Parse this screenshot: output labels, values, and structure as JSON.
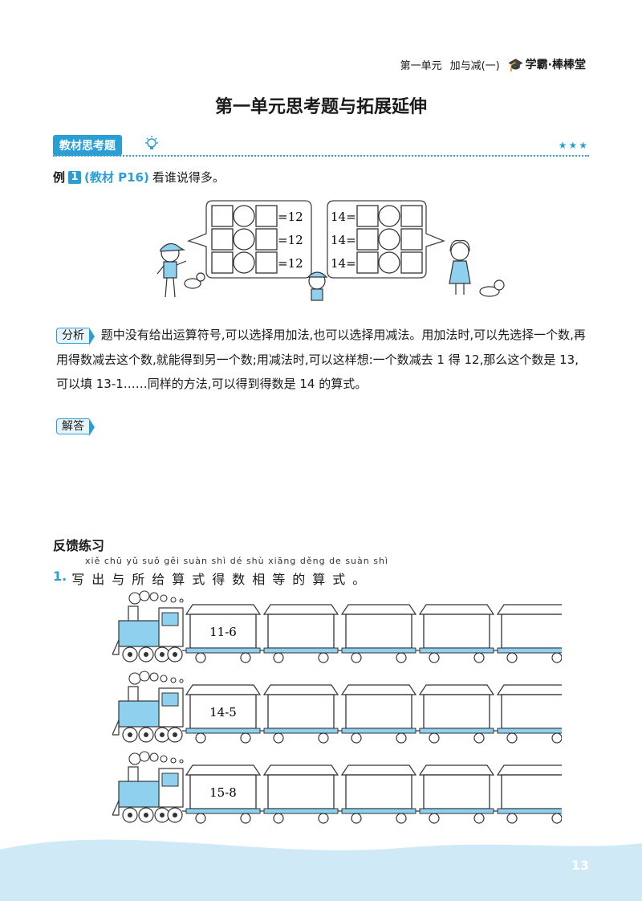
{
  "header": {
    "unit": "第一单元",
    "section": "加与减(一)",
    "brand": "学霸·棒棒堂"
  },
  "title": "第一单元思考题与拓展延伸",
  "section_tag": "教材思考题",
  "stars": "★★★",
  "example": {
    "label": "例",
    "number": "1",
    "ref": "(教材 P16)",
    "text": "看谁说得多。"
  },
  "bubbles": {
    "left": [
      "=12",
      "=12",
      "=12"
    ],
    "right": [
      "14=",
      "14=",
      "14="
    ]
  },
  "analysis": {
    "label": "分析",
    "text": "题中没有给出运算符号,可以选择用加法,也可以选择用减法。用加法时,可以先选择一个数,再用得数减去这个数,就能得到另一个数;用减法时,可以这样想:一个数减去 1 得 12,那么这个数是 13,可以填 13-1……同样的方法,可以得到得数是 14 的算式。"
  },
  "answer_label": "解答",
  "feedback_title": "反馈练习",
  "q1": {
    "number": "1.",
    "pinyin": "xiě chū yǔ suǒ gěi suàn shì dé shù xiāng děng de suàn shì",
    "text": "写出与所给算式得数相等的算式。"
  },
  "trains": [
    "11-6",
    "14-5",
    "15-8"
  ],
  "page_number": "13",
  "colors": {
    "accent": "#2a9fd6",
    "wave": "#cfe9f7"
  },
  "icons": [
    "lightbulb-icon",
    "boy-icon",
    "girl-icon",
    "child-icon",
    "dog-icon",
    "train-icon"
  ]
}
